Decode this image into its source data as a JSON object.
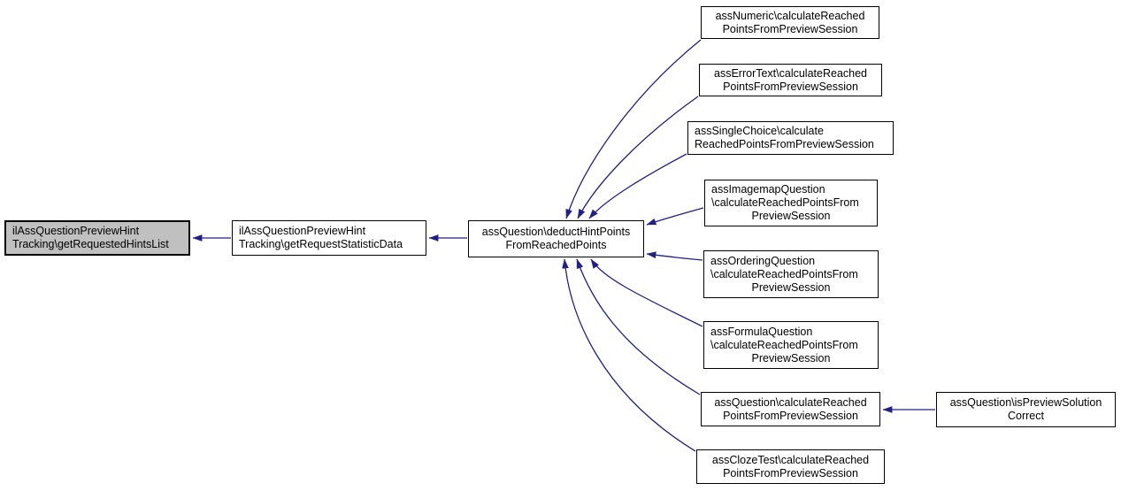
{
  "diagram": {
    "type": "call-graph",
    "colors": {
      "background": "#ffffff",
      "edge": "#202085",
      "node_border": "#000000",
      "node_fill": "#ffffff",
      "highlight_fill": "#c0c0c0"
    },
    "nodes": {
      "hints_list": {
        "highlighted": true,
        "lines": [
          {
            "text": "ilAssQuestionPreviewHint",
            "align": "left"
          },
          {
            "text": "Tracking\\getRequestedHintsList",
            "align": "left"
          }
        ]
      },
      "statistic_data": {
        "lines": [
          {
            "text": "ilAssQuestionPreviewHint",
            "align": "left"
          },
          {
            "text": "Tracking\\getRequestStatisticData",
            "align": "left"
          }
        ]
      },
      "deduct_hint_points": {
        "lines": [
          {
            "text": "assQuestion\\deductHintPoints",
            "align": "center"
          },
          {
            "text": "FromReachedPoints",
            "align": "center"
          }
        ]
      },
      "ass_numeric": {
        "lines": [
          {
            "text": "assNumeric\\calculateReached",
            "align": "center"
          },
          {
            "text": "PointsFromPreviewSession",
            "align": "center"
          }
        ]
      },
      "ass_error_text": {
        "lines": [
          {
            "text": "assErrorText\\calculateReached",
            "align": "center"
          },
          {
            "text": "PointsFromPreviewSession",
            "align": "center"
          }
        ]
      },
      "ass_single_choice": {
        "lines": [
          {
            "text": "assSingleChoice\\calculate",
            "align": "left"
          },
          {
            "text": "ReachedPointsFromPreviewSession",
            "align": "left"
          }
        ]
      },
      "ass_imagemap": {
        "lines": [
          {
            "text": "assImagemapQuestion",
            "align": "left"
          },
          {
            "text": "\\calculateReachedPointsFrom",
            "align": "left"
          },
          {
            "text": "PreviewSession",
            "align": "center"
          }
        ]
      },
      "ass_ordering": {
        "lines": [
          {
            "text": "assOrderingQuestion",
            "align": "left"
          },
          {
            "text": "\\calculateReachedPointsFrom",
            "align": "left"
          },
          {
            "text": "PreviewSession",
            "align": "center"
          }
        ]
      },
      "ass_formula": {
        "lines": [
          {
            "text": "assFormulaQuestion",
            "align": "left"
          },
          {
            "text": "\\calculateReachedPointsFrom",
            "align": "left"
          },
          {
            "text": "PreviewSession",
            "align": "center"
          }
        ]
      },
      "ass_question_calc": {
        "lines": [
          {
            "text": "assQuestion\\calculateReached",
            "align": "center"
          },
          {
            "text": "PointsFromPreviewSession",
            "align": "center"
          }
        ]
      },
      "ass_cloze": {
        "lines": [
          {
            "text": "assClozeTest\\calculateReached",
            "align": "center"
          },
          {
            "text": "PointsFromPreviewSession",
            "align": "center"
          }
        ]
      },
      "is_preview_correct": {
        "lines": [
          {
            "text": "assQuestion\\isPreviewSolution",
            "align": "center"
          },
          {
            "text": "Correct",
            "align": "center"
          }
        ]
      }
    },
    "edges": [
      {
        "from": "statistic_data",
        "to": "hints_list"
      },
      {
        "from": "deduct_hint_points",
        "to": "statistic_data"
      },
      {
        "from": "ass_numeric",
        "to": "deduct_hint_points"
      },
      {
        "from": "ass_error_text",
        "to": "deduct_hint_points"
      },
      {
        "from": "ass_single_choice",
        "to": "deduct_hint_points"
      },
      {
        "from": "ass_imagemap",
        "to": "deduct_hint_points"
      },
      {
        "from": "ass_ordering",
        "to": "deduct_hint_points"
      },
      {
        "from": "ass_formula",
        "to": "deduct_hint_points"
      },
      {
        "from": "ass_question_calc",
        "to": "deduct_hint_points"
      },
      {
        "from": "ass_cloze",
        "to": "deduct_hint_points"
      },
      {
        "from": "is_preview_correct",
        "to": "ass_question_calc"
      }
    ]
  }
}
